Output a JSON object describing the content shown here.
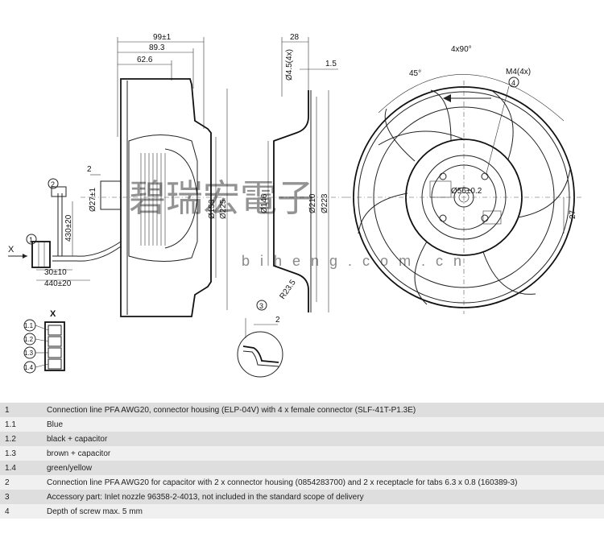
{
  "drawing": {
    "side_view": {
      "dims_top": [
        "99±1",
        "89.3",
        "62.6"
      ],
      "dim_2": "2",
      "dia_27": "Ø27±1",
      "dia_153": "Ø153",
      "dia_225": "Ø225",
      "cable_dim_430": "430±20",
      "cable_dim_30": "30±10",
      "cable_dim_440": "440±20",
      "x_label": "X",
      "callout_1": "1",
      "callout_2": "2"
    },
    "section_view": {
      "dim_28": "28",
      "dim_4_5": "Ø4.5(4x)",
      "dim_1_5": "1.5",
      "dia_146": "Ø146",
      "dia_210": "Ø210",
      "dia_223": "Ø223",
      "radius": "R23.5",
      "dim_2": "2",
      "callout_3": "3"
    },
    "front_view": {
      "angle_4x90": "4x90°",
      "angle_45": "45°",
      "thread": "M4(4x)",
      "callout_4": "4",
      "dia_56": "Ø56±0.2",
      "dim_27": "27"
    },
    "connector": {
      "x_label": "X",
      "pins": [
        "1.1",
        "1.2",
        "1.3",
        "1.4"
      ]
    },
    "watermark": {
      "cn": "碧瑞宏電子",
      "url": "biheng.com.cn"
    }
  },
  "legend": [
    {
      "num": "1",
      "text": "Connection line PFA AWG20, connector housing (ELP-04V) with 4 x female connector (SLF-41T-P1.3E)"
    },
    {
      "num": "1.1",
      "text": "Blue"
    },
    {
      "num": "1.2",
      "text": "black + capacitor"
    },
    {
      "num": "1.3",
      "text": "brown + capacitor"
    },
    {
      "num": "1.4",
      "text": "green/yellow"
    },
    {
      "num": "2",
      "text": "Connection line PFA AWG20 for capacitor with 2 x connector housing (0854283700) and 2 x receptacle for tabs 6.3 x 0.8 (160389-3)"
    },
    {
      "num": "3",
      "text": "Accessory part: Inlet nozzle 96358-2-4013, not included in the standard scope of delivery"
    },
    {
      "num": "4",
      "text": "Depth of screw max. 5 mm"
    }
  ]
}
